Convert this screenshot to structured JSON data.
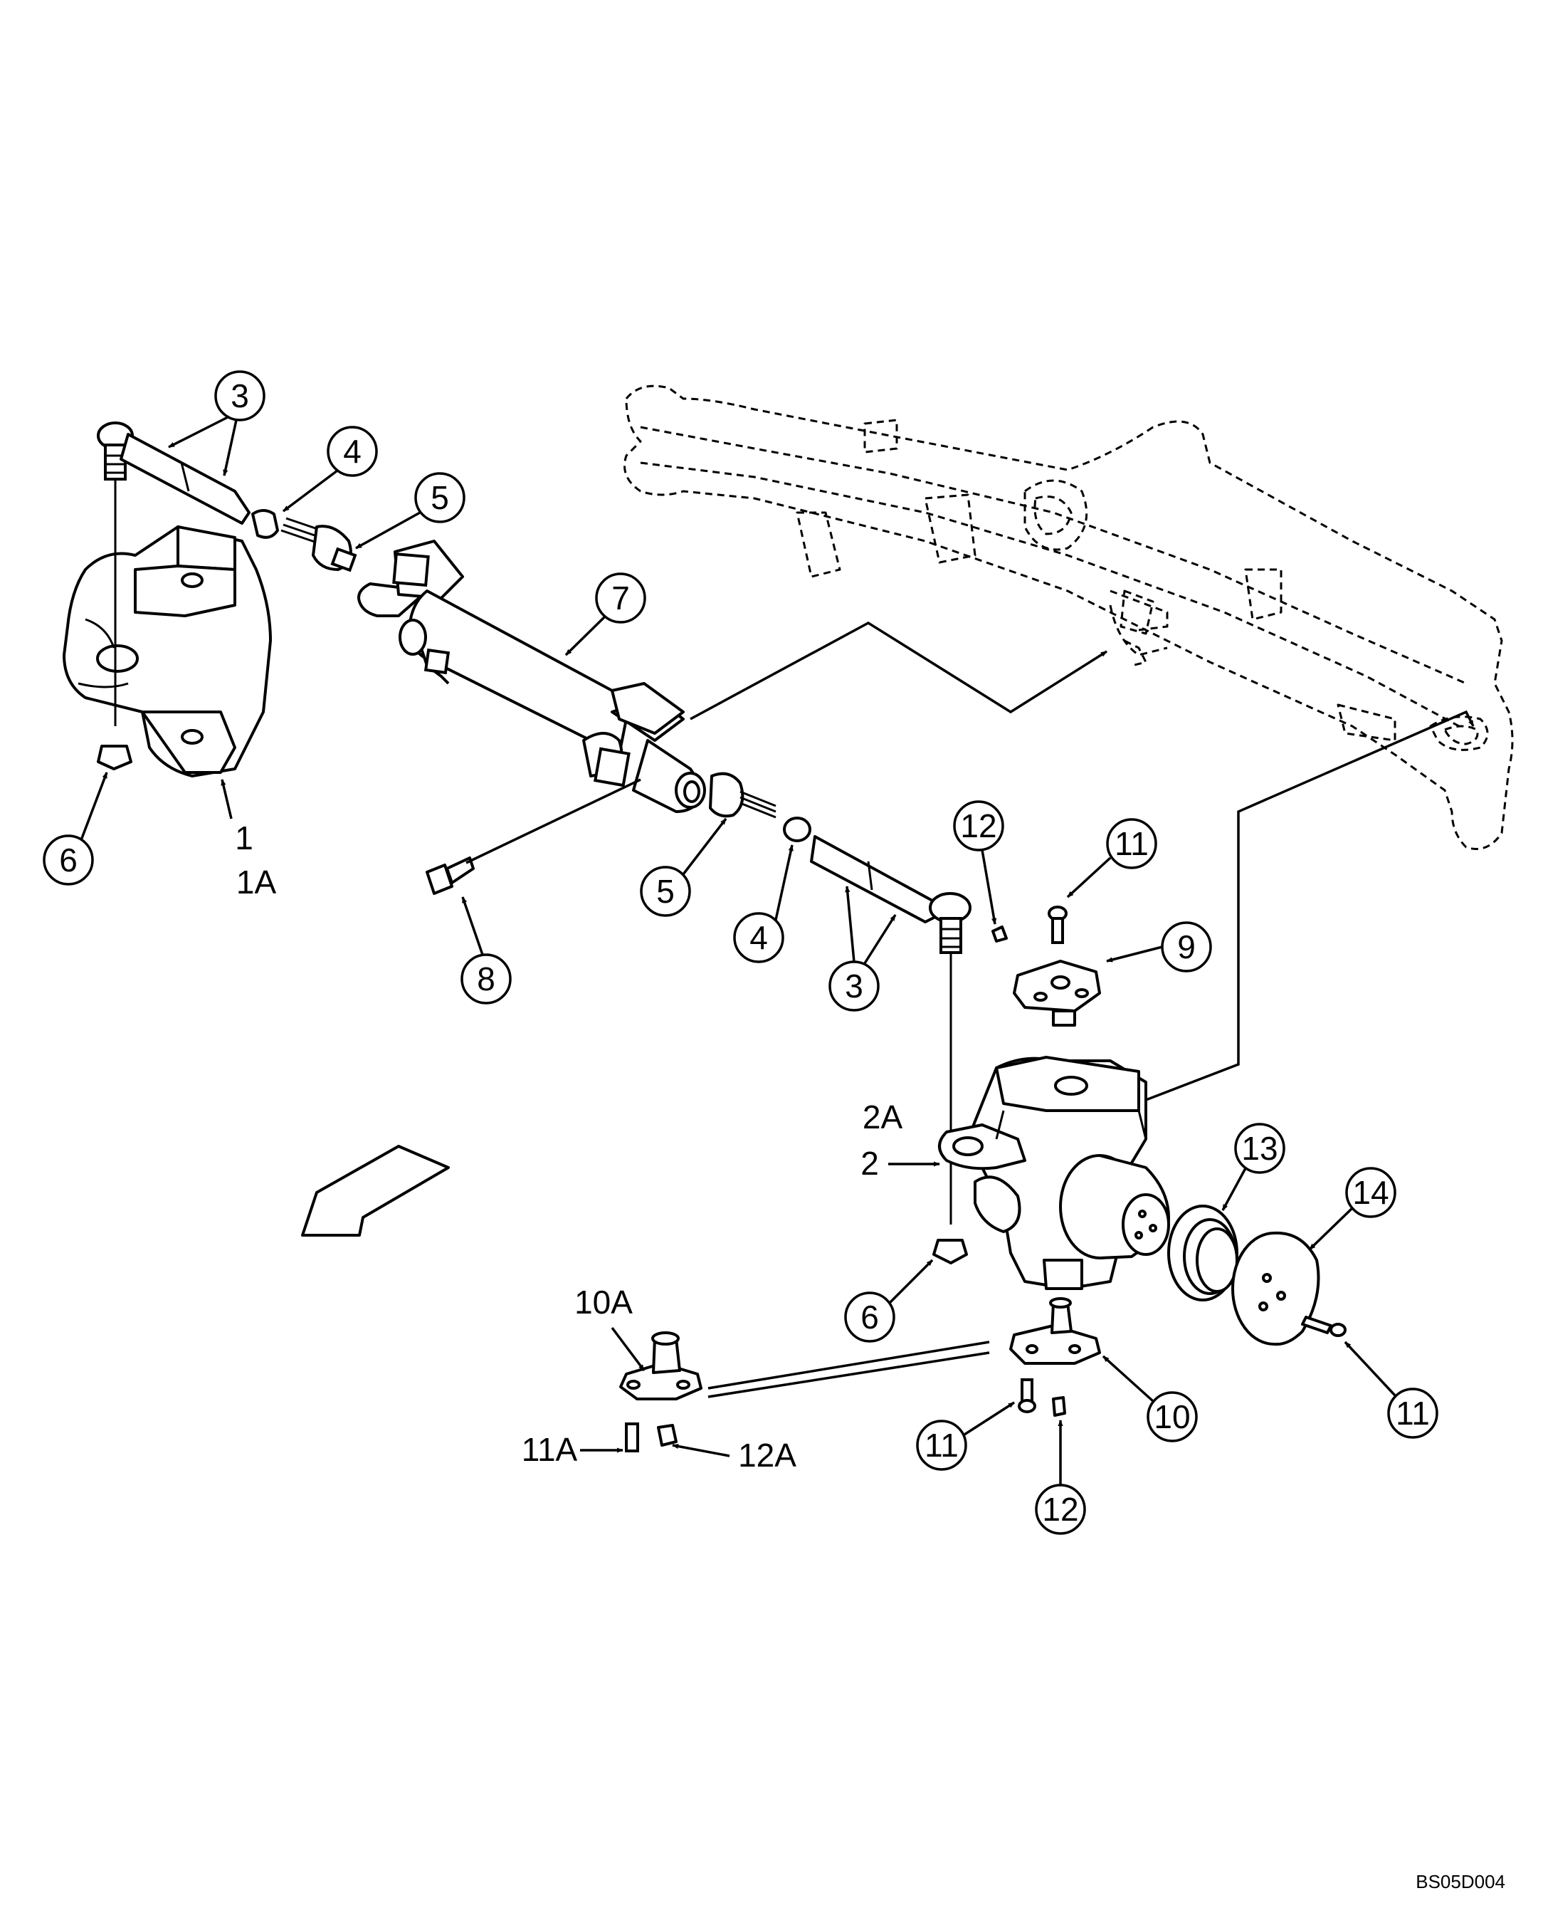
{
  "figure_id": "BS05D004",
  "callouts": [
    {
      "label": "3"
    },
    {
      "label": "4"
    },
    {
      "label": "5"
    },
    {
      "label": "7"
    },
    {
      "label": "6"
    },
    {
      "label": "5"
    },
    {
      "label": "4"
    },
    {
      "label": "3"
    },
    {
      "label": "8"
    },
    {
      "label": "12"
    },
    {
      "label": "11"
    },
    {
      "label": "9"
    },
    {
      "label": "13"
    },
    {
      "label": "14"
    },
    {
      "label": "6"
    },
    {
      "label": "11"
    },
    {
      "label": "10"
    },
    {
      "label": "12"
    },
    {
      "label": "11"
    }
  ],
  "text_labels": [
    {
      "label": "1"
    },
    {
      "label": "1A"
    },
    {
      "label": "2A"
    },
    {
      "label": "2"
    },
    {
      "label": "10A"
    },
    {
      "label": "11A"
    },
    {
      "label": "12A"
    }
  ]
}
